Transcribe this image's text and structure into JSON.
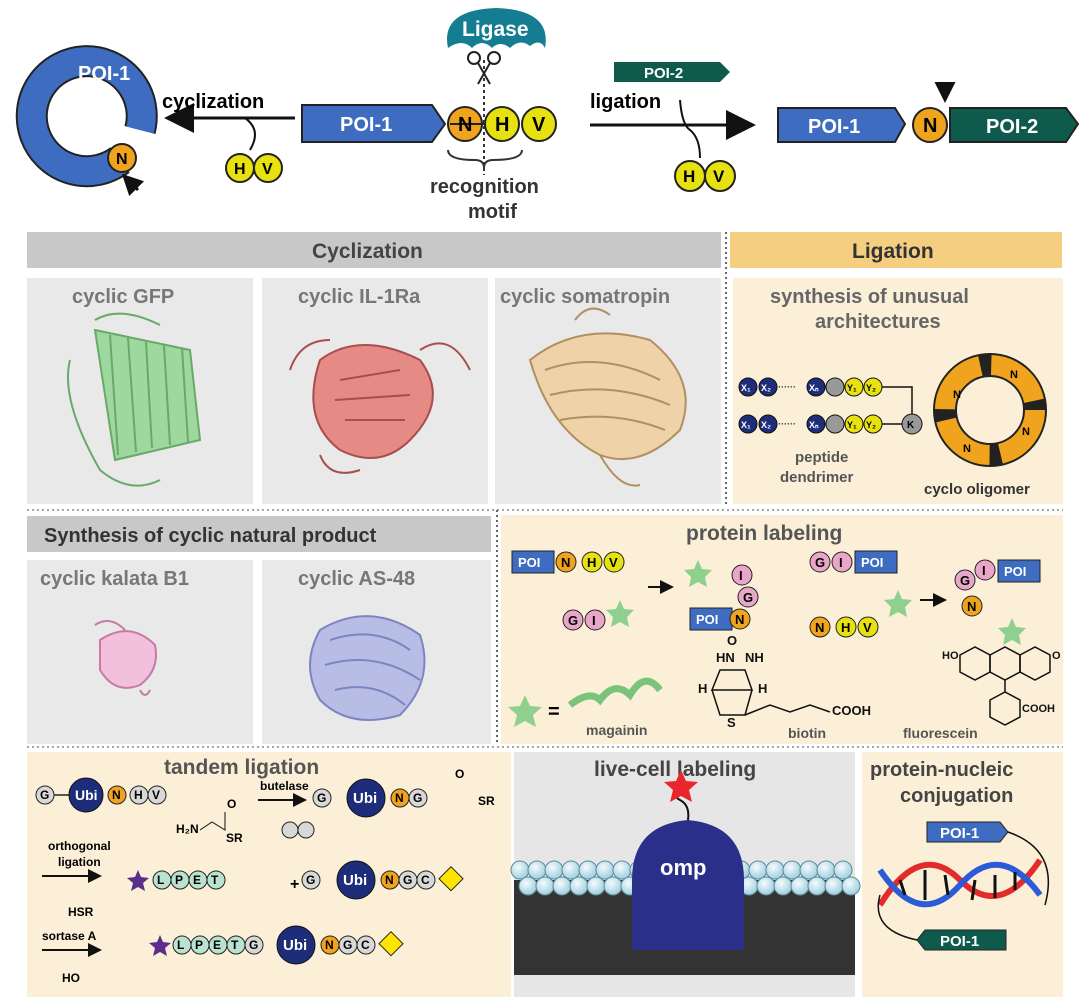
{
  "top": {
    "ligase": "Ligase",
    "poi1": "POI-1",
    "poi2": "POI-2",
    "N": "N",
    "H": "H",
    "V": "V",
    "cyclization": "cyclization",
    "ligation": "ligation",
    "recognition": "recognition",
    "motif": "motif"
  },
  "sections": {
    "cyclization_header": "Cyclization",
    "ligation_header": "Ligation",
    "natural_header": "Synthesis of cyclic natural product"
  },
  "proteins": {
    "gfp": "cyclic GFP",
    "il1ra": "cyclic IL-1Ra",
    "somatropin": "cyclic somatropin",
    "kalata": "cyclic kalata B1",
    "as48": "cyclic AS-48"
  },
  "arch": {
    "title1": "synthesis of unusual",
    "title2": "architectures",
    "dendrimer1": "peptide",
    "dendrimer2": "dendrimer",
    "oligomer": "cyclo oligomer",
    "x1": "X₁",
    "x2": "X₂",
    "xn": "Xₙ",
    "y1": "Y₁",
    "y2": "Y₂",
    "k": "K",
    "dots": "······"
  },
  "labeling": {
    "title": "protein labeling",
    "poi": "POI",
    "G": "G",
    "I": "I",
    "magainin": "magainin",
    "biotin": "biotin",
    "fluorescein": "fluorescein",
    "eq": "=",
    "cooh": "COOH",
    "ho": "HO",
    "o": "O",
    "nh": "NH",
    "hn": "HN",
    "h": "H",
    "s": "S"
  },
  "tandem": {
    "title": "tandem ligation",
    "ubi": "Ubi",
    "butelase": "butelase",
    "orth1": "orthogonal",
    "orth2": "ligation",
    "hsr": "HSR",
    "sortase": "sortase A",
    "sr": "SR",
    "h2n": "H₂N",
    "ho": "HO",
    "o": "O",
    "plus": "+",
    "L": "L",
    "P": "P",
    "E": "E",
    "T": "T",
    "C": "C"
  },
  "livecell": {
    "title": "live-cell labeling",
    "omp": "omp"
  },
  "pnc": {
    "title1": "protein-nucleic",
    "title2": "conjugation",
    "poi": "POI-1"
  },
  "colors": {
    "blue": "#3d6cc0",
    "teal": "#0e5a4c",
    "orange": "#f0a31c",
    "yellow": "#e6e10f",
    "ligase": "#147d92",
    "gray_panel": "#e9e9e9",
    "peach_panel": "#fbefd8",
    "header_gray": "#c8c8c8",
    "header_gold": "#f5cf7f",
    "pink": "#e9a6c8",
    "green": "#8fd08f"
  }
}
